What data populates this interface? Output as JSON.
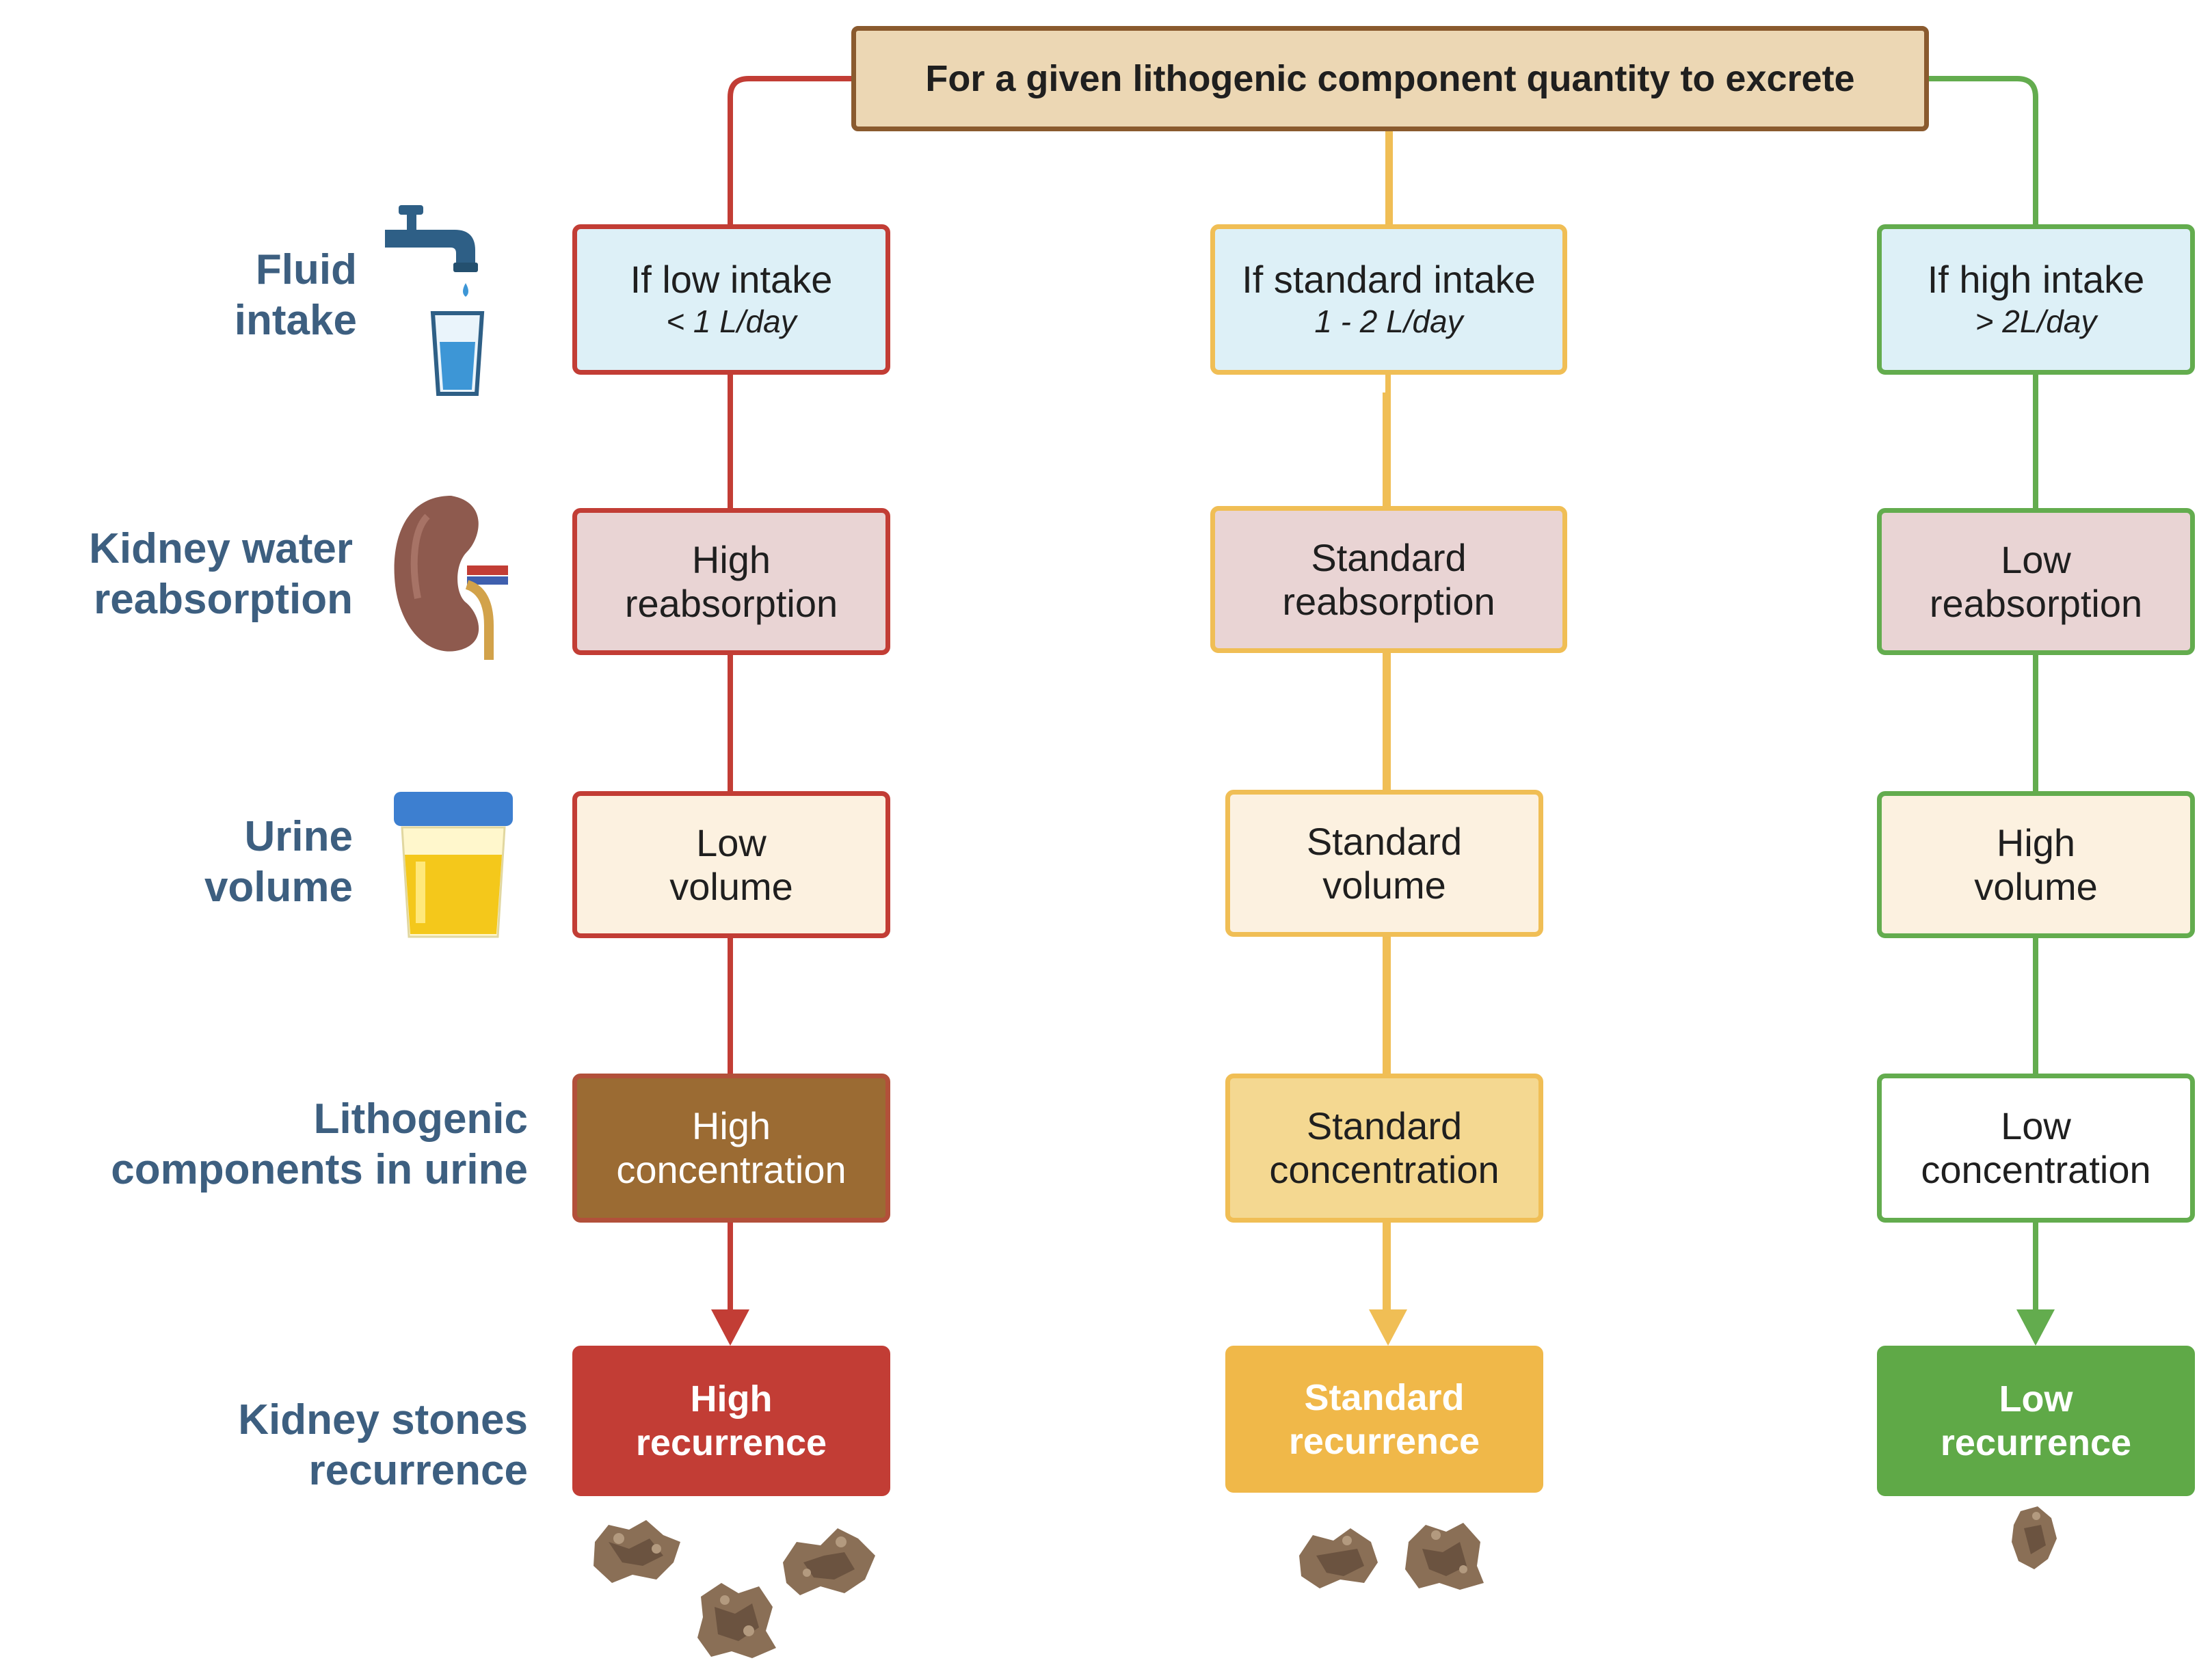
{
  "title": "For a given lithogenic component quantity to excrete",
  "row_labels": {
    "fluid_1": "Fluid",
    "fluid_2": "intake",
    "kidney_1": "Kidney water",
    "kidney_2": "reabsorption",
    "urine_1": "Urine",
    "urine_2": "volume",
    "litho_1": "Lithogenic",
    "litho_2": "components in urine",
    "stones": "Kidney stones recurrence"
  },
  "columns": {
    "low": {
      "color": "#c23d35",
      "intake_1": "If low intake",
      "intake_2": "< 1 L/day",
      "reab_1": "High",
      "reab_2": "reabsorption",
      "volume_1": "Low",
      "volume_2": "volume",
      "conc_1": "High",
      "conc_2": "concentration",
      "rec_1": "High",
      "rec_2": "recurrence"
    },
    "standard": {
      "color": "#f0be55",
      "intake_1": "If standard intake",
      "intake_2": "1 - 2 L/day",
      "reab_1": "Standard",
      "reab_2": "reabsorption",
      "volume_1": "Standard",
      "volume_2": "volume",
      "conc_1": "Standard",
      "conc_2": "concentration",
      "rec_1": "Standard",
      "rec_2": "recurrence"
    },
    "high": {
      "color": "#63ac4e",
      "intake_1": "If high intake",
      "intake_2": "> 2L/day",
      "reab_1": "Low",
      "reab_2": "reabsorption",
      "volume_1": "High",
      "volume_2": "volume",
      "conc_1": "Low",
      "conc_2": "concentration",
      "rec_1": "Low",
      "rec_2": "recurrence"
    }
  },
  "icons": [
    "faucet-glass-icon",
    "kidney-icon",
    "urine-cup-icon",
    "kidney-stone-icon"
  ]
}
